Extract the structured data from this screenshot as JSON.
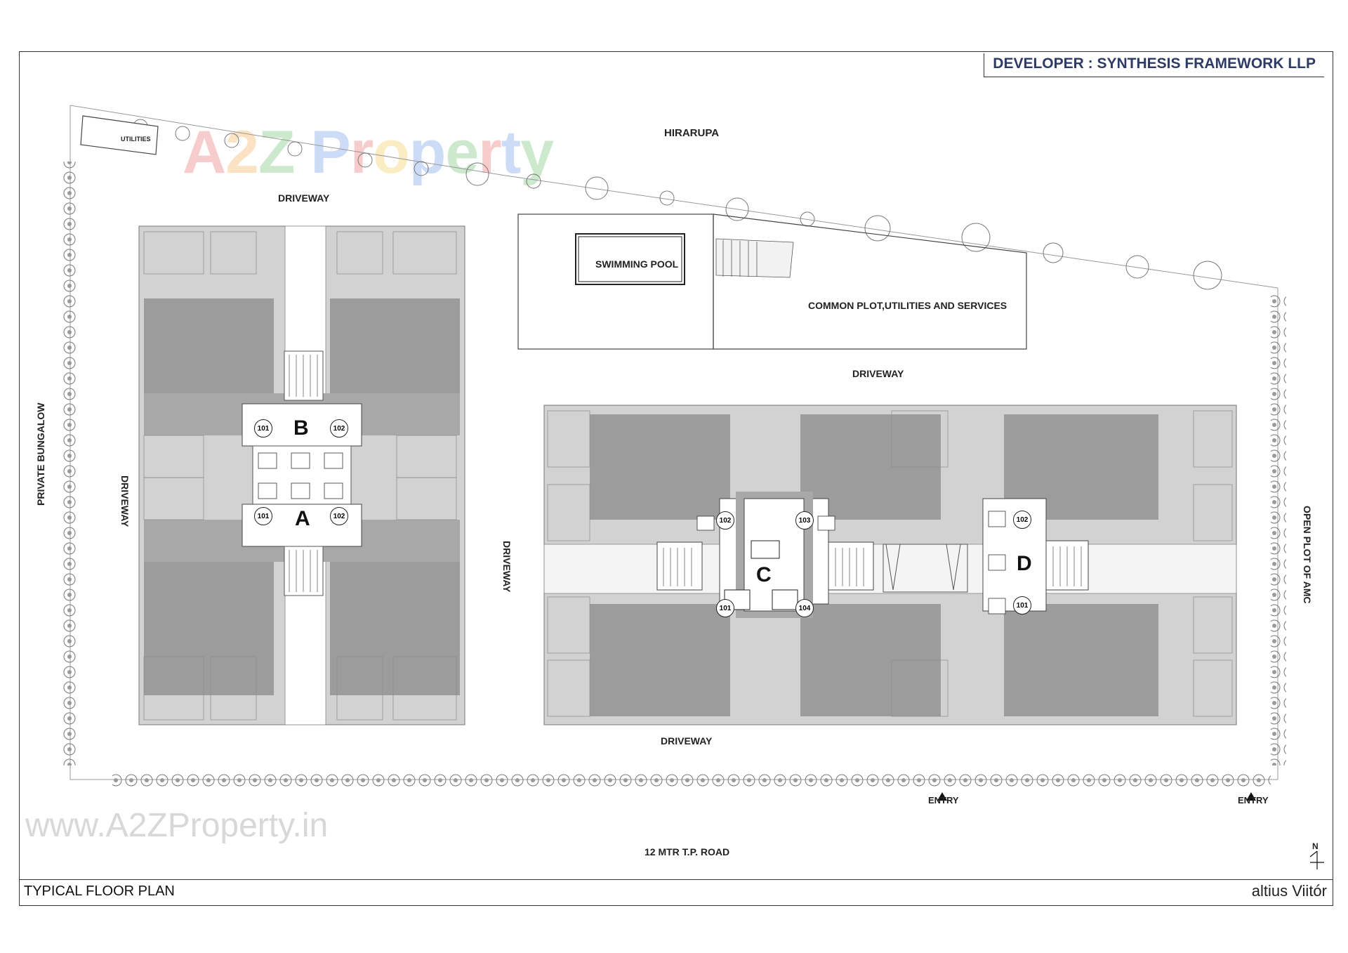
{
  "header": {
    "developer": "DEVELOPER : SYNTHESIS FRAMEWORK LLP"
  },
  "watermark": {
    "logo_text": "A2Z Property",
    "url_text": "www.A2ZProperty.in"
  },
  "site": {
    "top_road": "HIRARUPA",
    "utilities_box": "UTILITIES",
    "driveway_top": "DRIVEWAY",
    "driveway_mid": "DRIVEWAY",
    "driveway_bottom": "DRIVEWAY",
    "driveway_left": "DRIVEWAY",
    "driveway_center": "DRIVEWAY",
    "left_neighbor": "PRIVATE BUNGALOW",
    "right_neighbor": "OPEN PLOT OF AMC",
    "pool": "SWIMMING POOL",
    "common_plot": "COMMON PLOT,UTILITIES AND SERVICES",
    "entry_1": "ENTRY",
    "entry_2": "ENTRY",
    "road": "12 MTR T.P. ROAD",
    "north": "N"
  },
  "blocks": {
    "A": {
      "letter": "A",
      "units": [
        "101",
        "102"
      ]
    },
    "B": {
      "letter": "B",
      "units": [
        "101",
        "102"
      ]
    },
    "C": {
      "letter": "C",
      "units": [
        "102",
        "103",
        "101",
        "104"
      ]
    },
    "D": {
      "letter": "D",
      "units": [
        "102",
        "101"
      ]
    }
  },
  "footer": {
    "title": "TYPICAL FLOOR PLAN",
    "brand": "altius Viitór"
  },
  "colors": {
    "frame": "#333333",
    "unit_dark": "#9a9a9a",
    "unit_light": "#cfcfcf",
    "developer_text": "#2e3b66"
  }
}
